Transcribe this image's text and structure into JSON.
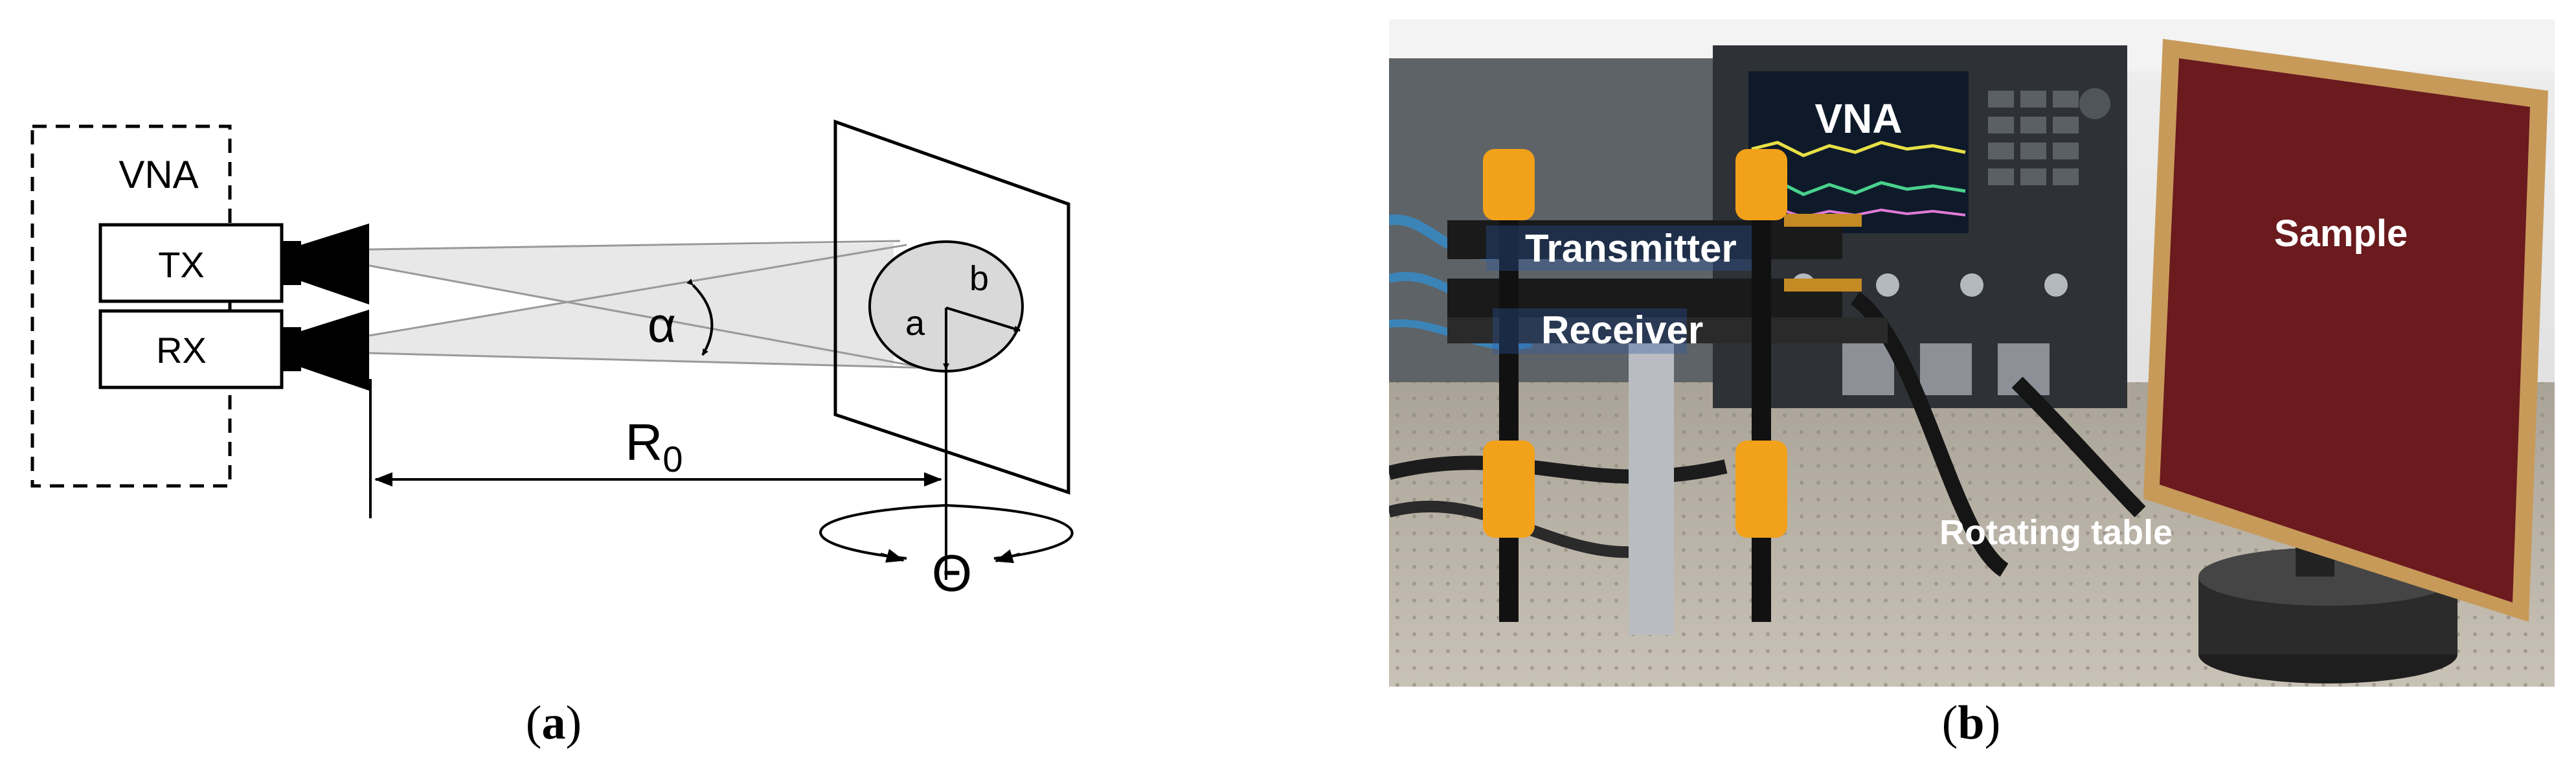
{
  "panel_a": {
    "vna_label": "VNA",
    "tx_label": "TX",
    "rx_label": "RX",
    "alpha_label": "α",
    "a_label": "a",
    "b_label": "b",
    "distance_label_base": "R",
    "distance_label_sub": "0",
    "rotation_label": "Θ",
    "caption_open": "(",
    "caption_letter": "a",
    "caption_close": ")"
  },
  "panel_b": {
    "labels": {
      "vna": "VNA",
      "transmitter": "Transmitter",
      "receiver": "Receiver",
      "sample": "Sample",
      "rotating_table": "Rotating table"
    },
    "caption_open": "(",
    "caption_letter": "b",
    "caption_close": ")"
  },
  "colors": {
    "photo_background": "#8d8a82",
    "table_surface": "#b9b2a6",
    "sample_red": "#6b1a1e",
    "sample_frame": "#c79a5a",
    "vna_body": "#2e3135",
    "clamp_orange": "#f2a11a",
    "beam_gray": "#d6d6d6",
    "ellipse_fill": "#d9d9d9"
  }
}
